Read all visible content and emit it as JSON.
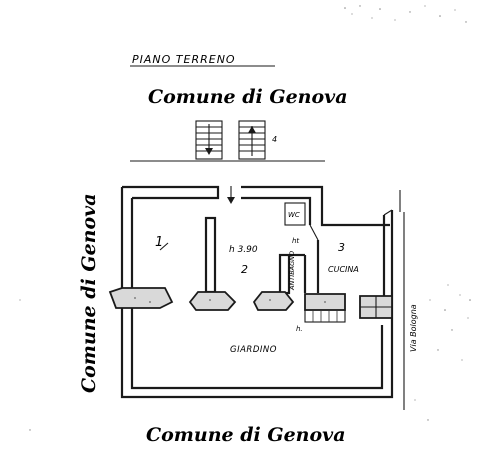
{
  "plan": {
    "floor_label": "PIANO TERRENO",
    "neighbor_top": "Comune di Genova",
    "neighbor_left": "Comune di Genova",
    "neighbor_bottom": "Comune di Genova",
    "stair_number": "4",
    "street_label": "Via Bologna",
    "rooms": [
      {
        "number": "1",
        "label": ""
      },
      {
        "number": "2",
        "label": "h 3.90"
      },
      {
        "number": "3",
        "label": "CUCINA"
      }
    ],
    "antibagno_label": "ANTIBAGNO",
    "wc_label": "WC",
    "garden_label": "GIARDINO",
    "small_marks": [
      "h.",
      "ht"
    ]
  },
  "colors": {
    "ink": "#1a1a1a",
    "paper": "#ffffff",
    "fill_pier": "#d9d9d9"
  }
}
